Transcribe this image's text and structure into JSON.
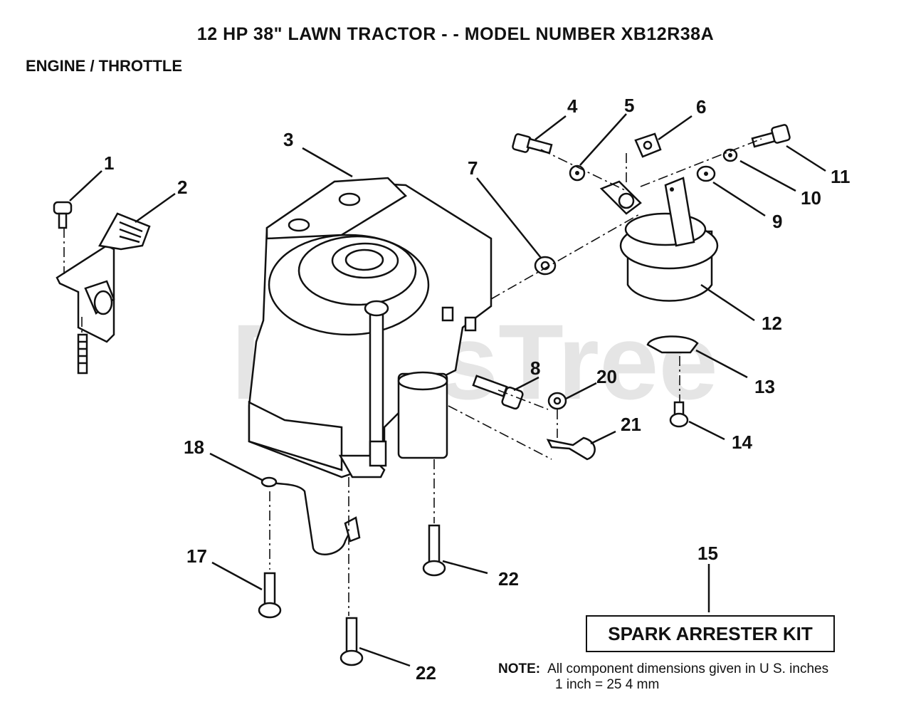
{
  "header": {
    "title": "12 HP 38\" LAWN TRACTOR - - MODEL NUMBER XB12R38A",
    "subtitle": "ENGINE / THROTTLE"
  },
  "watermark": "PartsTree",
  "callouts": [
    "1",
    "2",
    "3",
    "4",
    "5",
    "6",
    "7",
    "8",
    "9",
    "10",
    "11",
    "12",
    "13",
    "14",
    "15",
    "17",
    "18",
    "20",
    "21",
    "22",
    "22"
  ],
  "kit_label": "SPARK ARRESTER KIT",
  "note": {
    "label": "NOTE:",
    "line1": "All component dimensions given in U S. inches",
    "line2": "1 inch = 25 4 mm"
  }
}
